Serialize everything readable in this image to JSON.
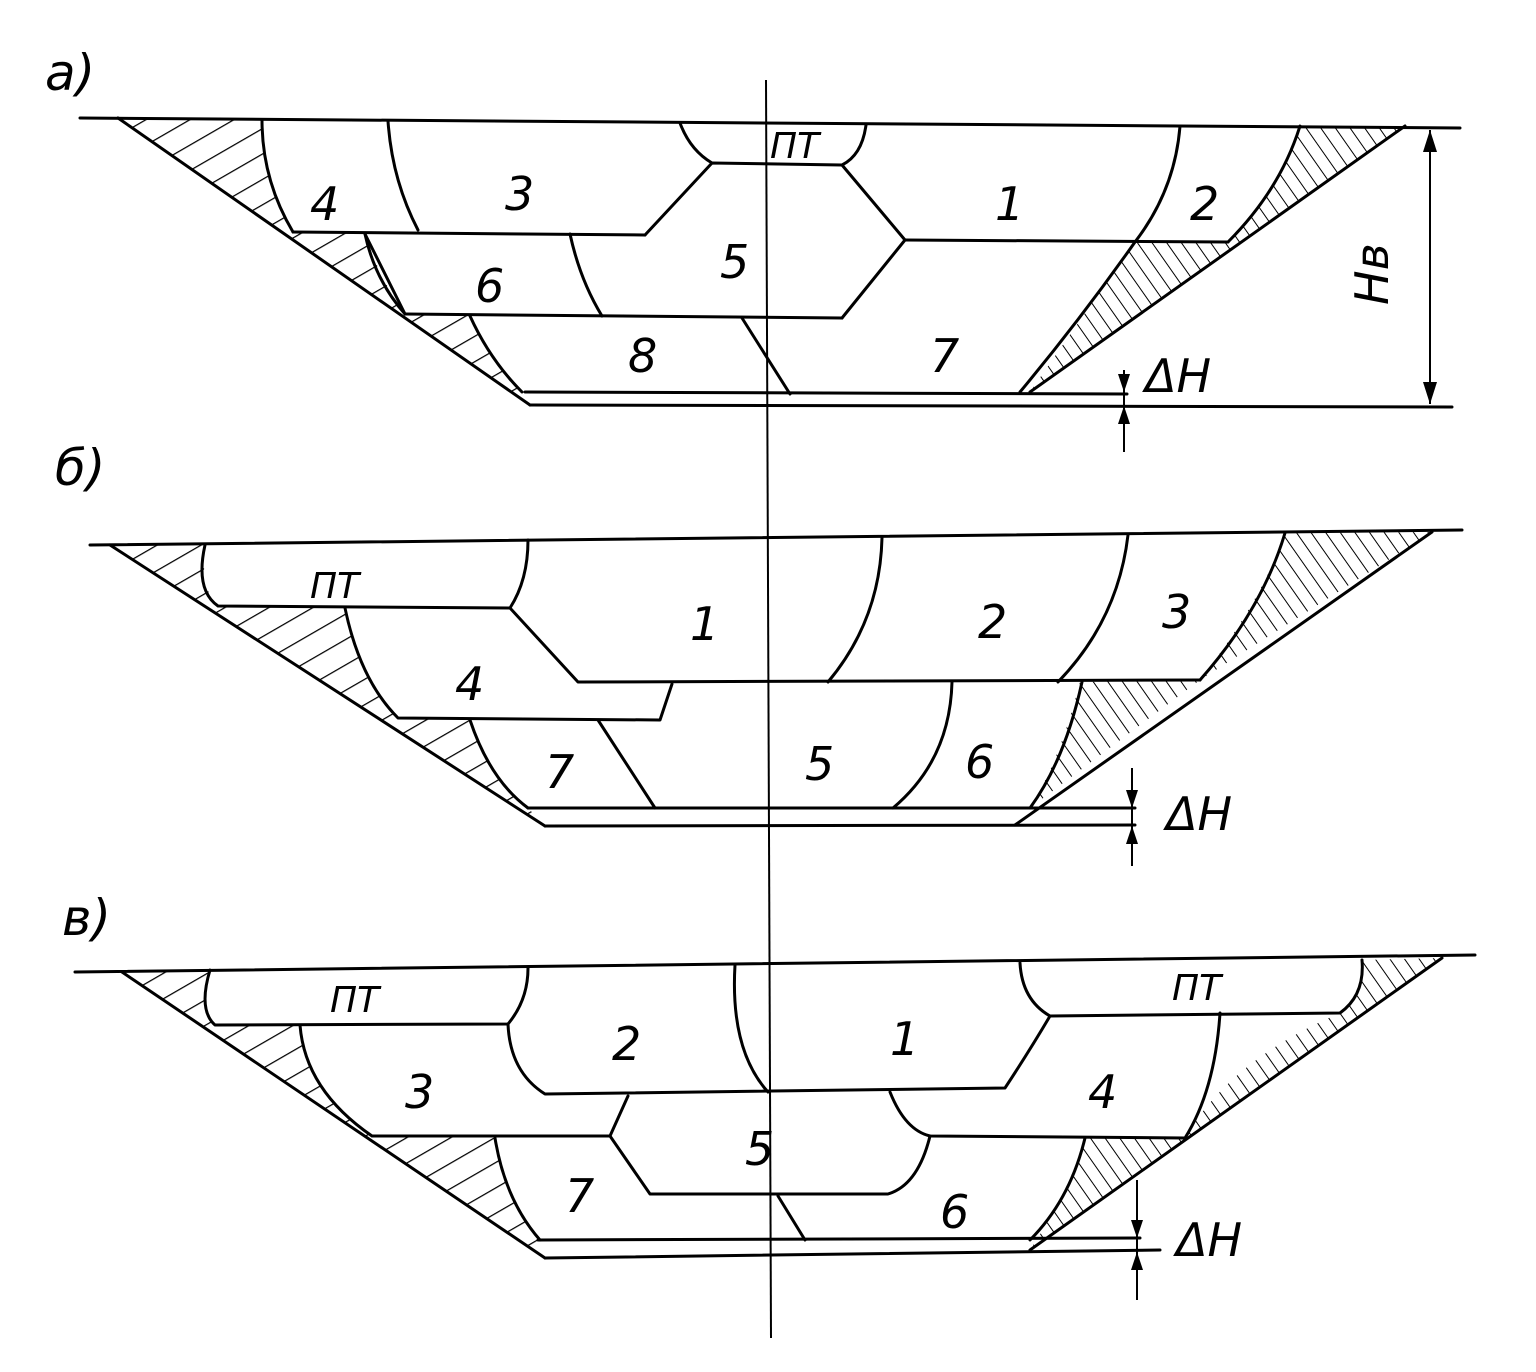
{
  "panels": {
    "a": {
      "label": "а)",
      "segments": [
        "ПТ",
        "1",
        "2",
        "3",
        "4",
        "5",
        "6",
        "7",
        "8"
      ],
      "dim_depth": "Hв",
      "dim_delta": "ΔH"
    },
    "b": {
      "label": "б)",
      "segments": [
        "ПТ",
        "1",
        "2",
        "3",
        "4",
        "5",
        "6",
        "7"
      ],
      "dim_delta": "ΔH"
    },
    "c": {
      "label": "в)",
      "segments": [
        "ПТ",
        "ПТ",
        "1",
        "2",
        "3",
        "4",
        "5",
        "6",
        "7"
      ],
      "dim_delta": "ΔH"
    }
  },
  "colors": {
    "line": "#000000",
    "background": "#ffffff"
  }
}
